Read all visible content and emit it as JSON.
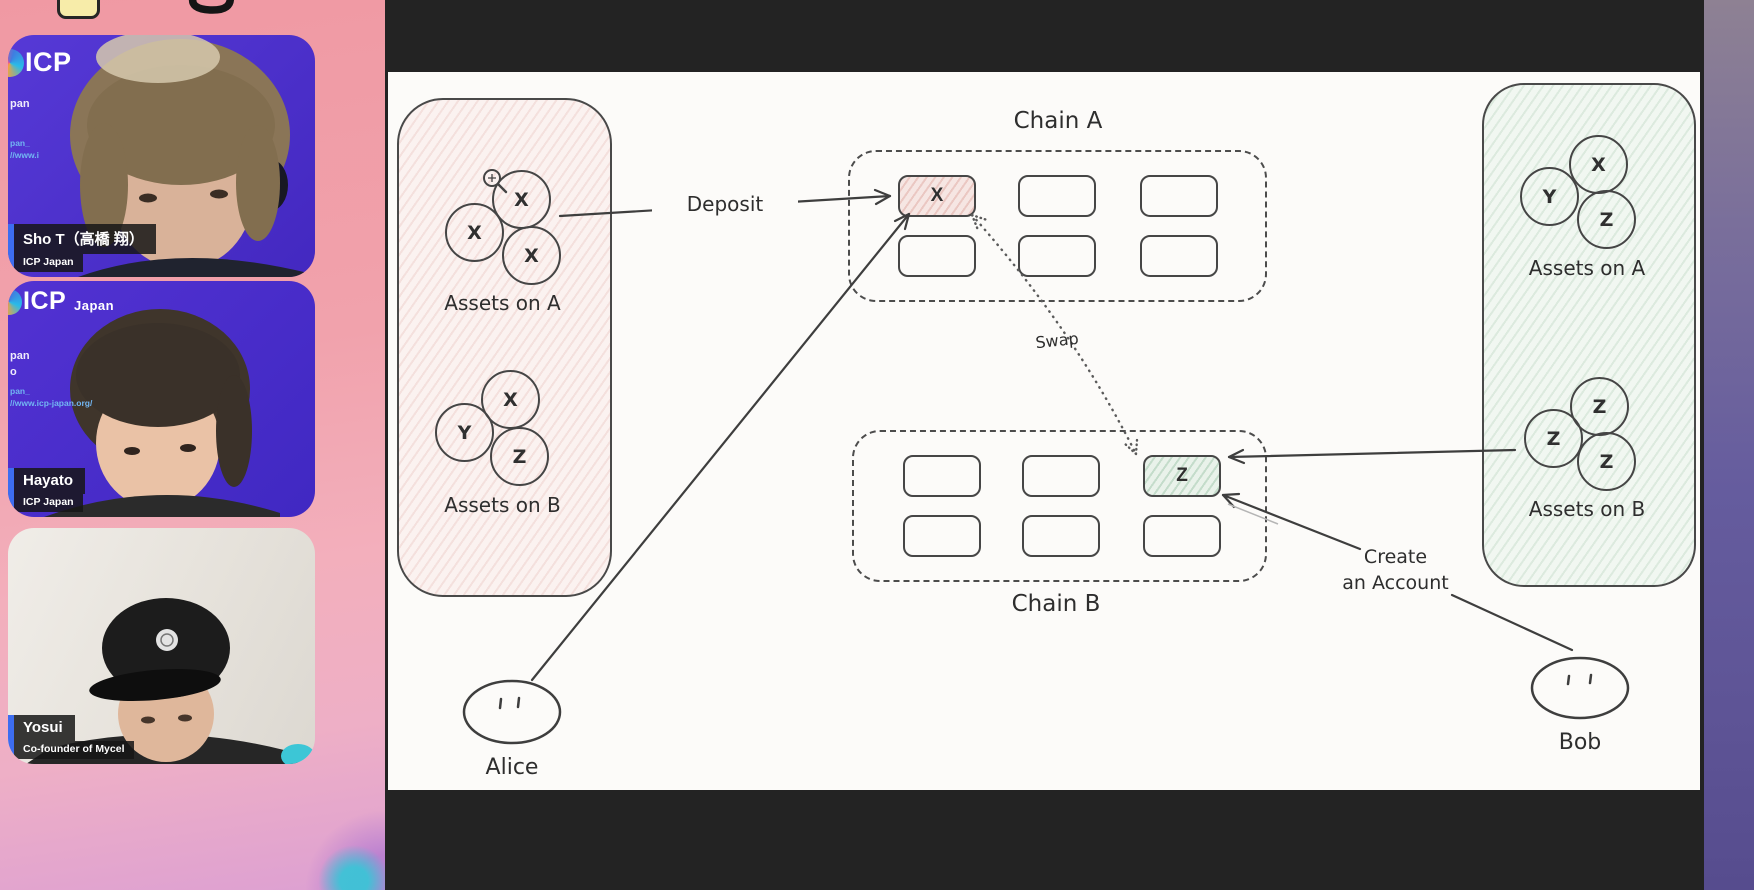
{
  "sidebar": {
    "participants": [
      {
        "name": "Sho T（高橋 翔）",
        "org": "ICP Japan",
        "brand": "ICP",
        "brand_suffix": "",
        "fragments": [
          "pan",
          "pan_",
          "//www.i"
        ]
      },
      {
        "name": "Hayato",
        "org": "ICP Japan",
        "brand": "ICP",
        "brand_suffix": "Japan",
        "fragments": [
          "pan",
          "o",
          "pan_",
          "//www.icp-japan.org/"
        ]
      },
      {
        "name": "Yosui",
        "org": "Co-founder of Mycel",
        "brand": "",
        "brand_suffix": "",
        "fragments": []
      }
    ]
  },
  "diagram": {
    "chain_a": {
      "label": "Chain A",
      "filled_cell_letter": "X"
    },
    "chain_b": {
      "label": "Chain B",
      "filled_cell_letter": "Z"
    },
    "left_panel": {
      "group_a": {
        "label": "Assets on A",
        "coins": [
          "X",
          "X",
          "X"
        ]
      },
      "group_b": {
        "label": "Assets on B",
        "coins": [
          "X",
          "Y",
          "Z"
        ]
      }
    },
    "right_panel": {
      "group_a": {
        "label": "Assets on A",
        "coins": [
          "X",
          "Y",
          "Z"
        ]
      },
      "group_b": {
        "label": "Assets on B",
        "coins": [
          "Z",
          "Z",
          "Z"
        ]
      }
    },
    "labels": {
      "deposit": "Deposit",
      "swap": "Swap",
      "create_line1": "Create",
      "create_line2": "an Account"
    },
    "actors": {
      "left": "Alice",
      "right": "Bob"
    }
  },
  "colors": {
    "sidebar_pink": "#f1a0aa",
    "tile_purple": "#4c31cd",
    "accent_blue": "#3d6df0",
    "share_bg": "#232323",
    "slide_bg": "#fcfbf9",
    "panel_pink": "#fbf2f0",
    "panel_green": "#f1f7f1",
    "edge_purple": "#655c9e"
  }
}
